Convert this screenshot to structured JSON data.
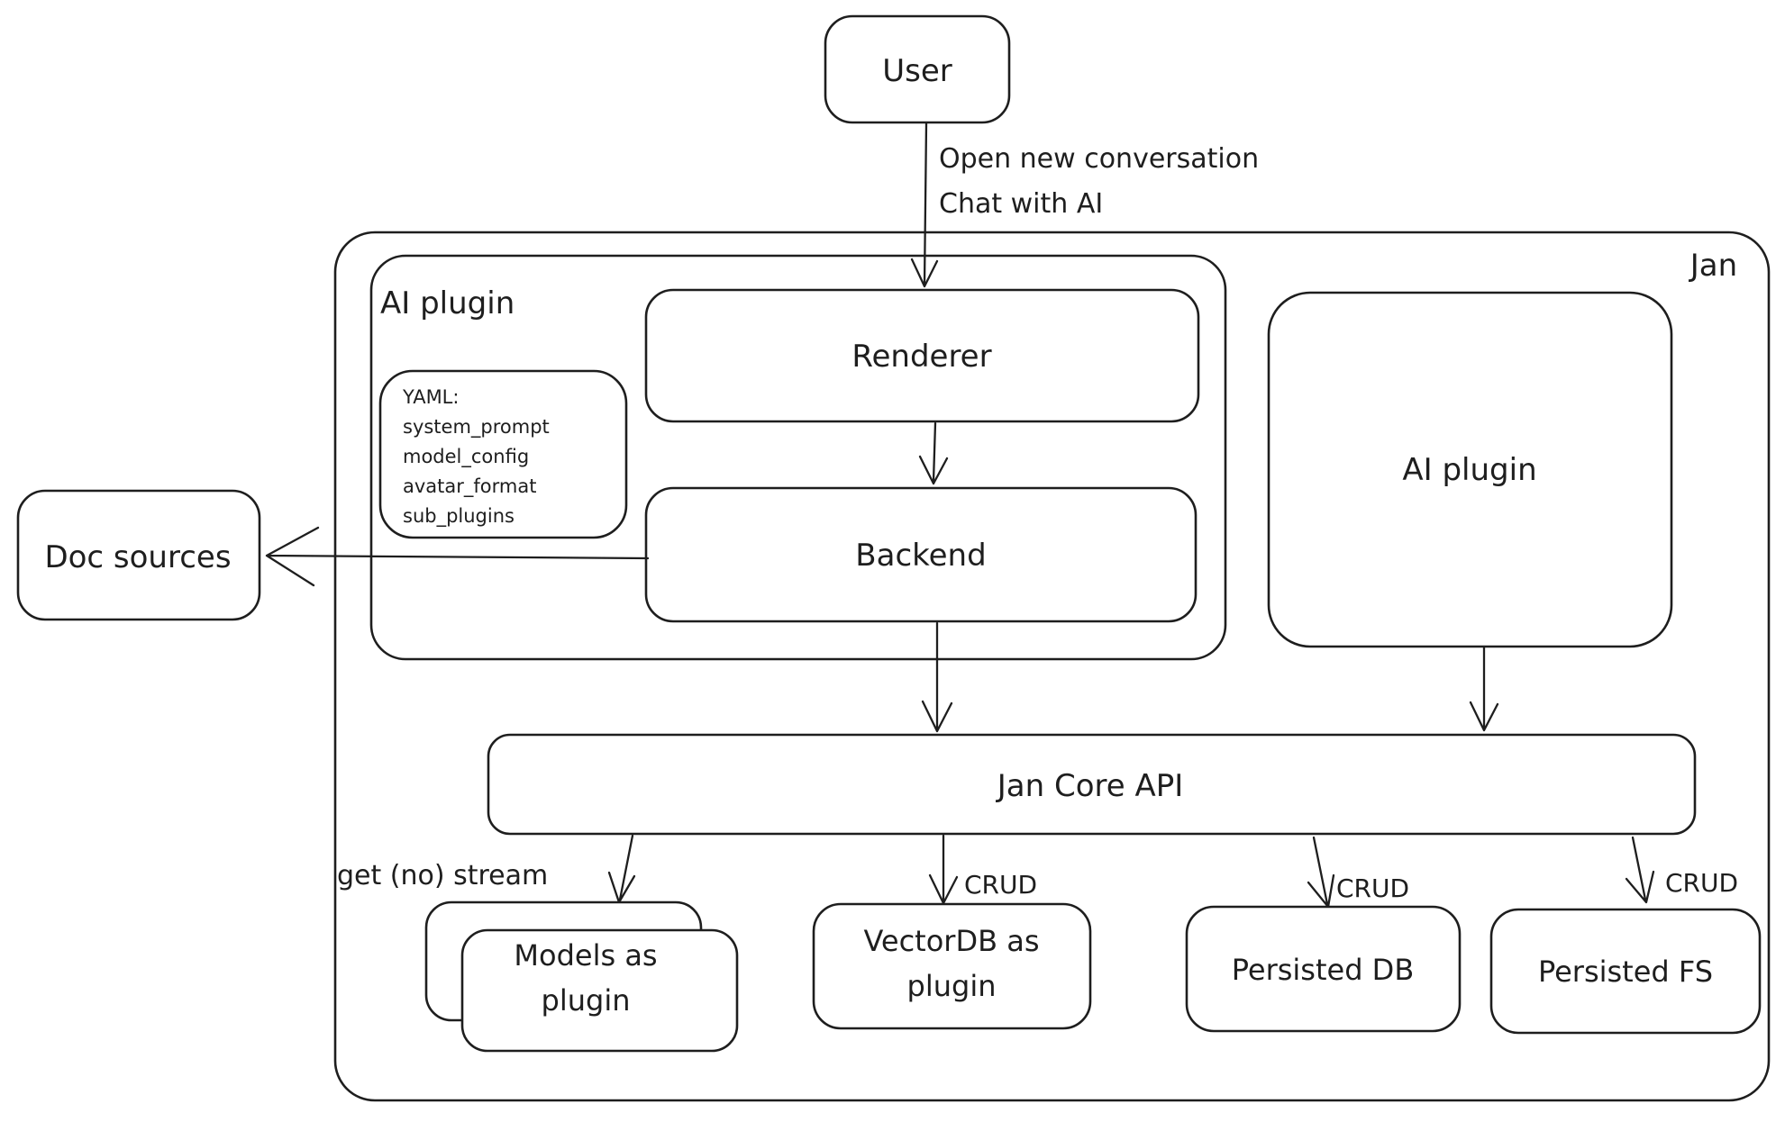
{
  "diagram": {
    "title_region": "Jan",
    "colors": {
      "stroke": "#1e1e1e",
      "background": "#ffffff"
    },
    "nodes": {
      "user": "User",
      "jan_container": "Jan",
      "ai_plugin_group": "AI plugin",
      "renderer": "Renderer",
      "backend": "Backend",
      "ai_plugin_box": "AI plugin",
      "doc_sources": "Doc sources",
      "jan_core_api": "Jan Core API",
      "models": [
        "Models as",
        "plugin"
      ],
      "vectordb": [
        "VectorDB as",
        "plugin"
      ],
      "persisted_db": "Persisted DB",
      "persisted_fs": "Persisted FS"
    },
    "yaml_note": {
      "title": "YAML:",
      "lines": [
        "system_prompt",
        "model_config",
        "avatar_format",
        "sub_plugins"
      ]
    },
    "edge_labels": {
      "user_to_renderer": [
        "Open new conversation",
        "Chat with AI"
      ],
      "get_no_stream": "get (no) stream",
      "crud_vectordb": "CRUD",
      "crud_persisted_db": "CRUD",
      "crud_persisted_fs": "CRUD"
    }
  }
}
